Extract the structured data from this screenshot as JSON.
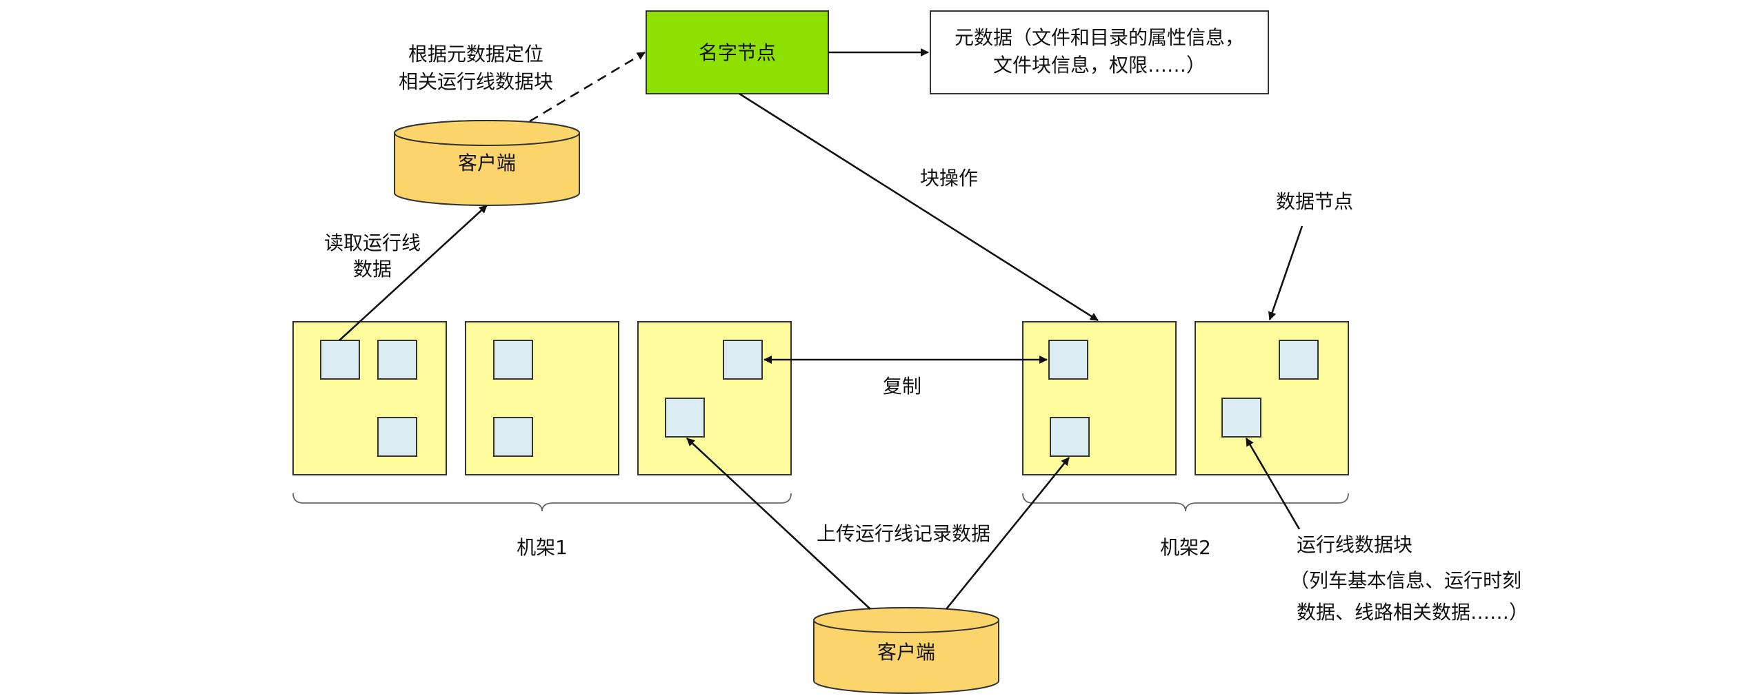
{
  "colors": {
    "name_node": "#8ee000",
    "rack_box": "#fdfb9c",
    "block": "#dbebf2",
    "client": "#fbd56c",
    "line": "#111111",
    "border": "#333333"
  },
  "labels": {
    "name_node": "名字节点",
    "metadata_line1": "元数据（文件和目录的属性信息，",
    "metadata_line2": "文件块信息，权限……）",
    "locate_line1": "根据元数据定位",
    "locate_line2": "相关运行线数据块",
    "client_top": "客户端",
    "read_line1": "读取运行线",
    "read_line2": "数据",
    "block_op": "块操作",
    "data_node": "数据节点",
    "replicate": "复制",
    "upload": "上传运行线记录数据",
    "rack1": "机架1",
    "rack2": "机架2",
    "block_line1": "运行线数据块",
    "block_line2": "（列车基本信息、运行时刻",
    "block_line3": "数据、线路相关数据……）",
    "client_bottom": "客户端"
  }
}
